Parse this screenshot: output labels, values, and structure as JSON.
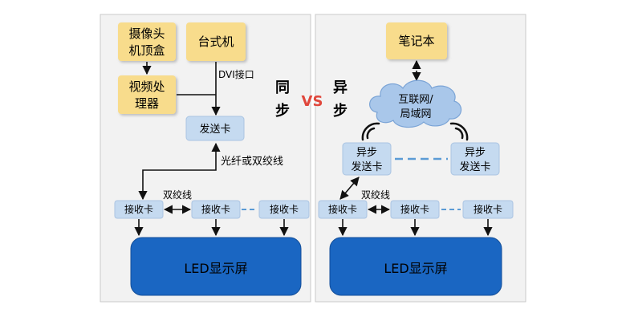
{
  "left": {
    "camera": [
      "摄像头",
      "机顶盒"
    ],
    "desktop": "台式机",
    "video_processor": [
      "视频处",
      "理器"
    ],
    "dvi": "DVI接口",
    "sender": "发送卡",
    "fiber": "光纤或双绞线",
    "twisted": "双绞线",
    "receivers": [
      "接收卡",
      "接收卡",
      "接收卡"
    ],
    "screen": "LED显示屏"
  },
  "middle": {
    "sync": [
      "同",
      "步"
    ],
    "vs": "VS",
    "async": [
      "异",
      "步"
    ]
  },
  "right": {
    "laptop": "笔记本",
    "cloud": [
      "互联网/",
      "局域网"
    ],
    "async_sender_1": [
      "异步",
      "发送卡"
    ],
    "async_sender_2": [
      "异步",
      "发送卡"
    ],
    "twisted": "双绞线",
    "receivers": [
      "接收卡",
      "接收卡",
      "接收卡"
    ],
    "screen": "LED显示屏"
  },
  "colors": {
    "panel_bg": "#f2f2f2",
    "yellow_box": "#f8dc8c",
    "light_blue_box": "#c5daf0",
    "screen_blue": "#1a66c2",
    "vs_red": "#e0473c",
    "dash_blue": "#5b9bd5"
  }
}
